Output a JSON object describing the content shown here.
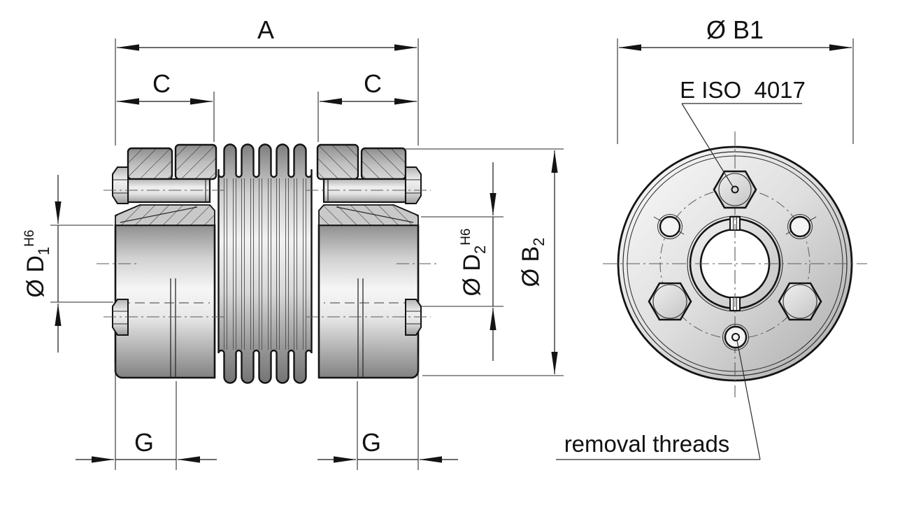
{
  "drawing": {
    "kind": "metal bellows coupling - technical drawing, side section view and front view",
    "colors": {
      "line": "#141414",
      "dimension_line": "#2a2a2a",
      "centerline": "#5a5a5a",
      "background": "#ffffff",
      "metal_light": "#f4f4f4",
      "metal_dark": "#8c8c8c"
    },
    "side_view": {
      "dim_overall_length": "A",
      "dim_hub_length_left": "C",
      "dim_hub_length_right": "C",
      "dim_gap_left": "G",
      "dim_gap_right": "G",
      "dim_bore_left": {
        "prefix": "Ø D",
        "sub": "1",
        "sup": "H6"
      },
      "dim_bore_right": {
        "prefix": "Ø D",
        "sub": "2",
        "sup": "H6"
      },
      "dim_outer_diameter": {
        "prefix": "Ø B",
        "sub": "2"
      }
    },
    "front_view": {
      "dim_outer_diameter": "Ø B1",
      "label_screw_standard": "E ISO  4017",
      "label_removal_threads": "removal threads"
    }
  }
}
